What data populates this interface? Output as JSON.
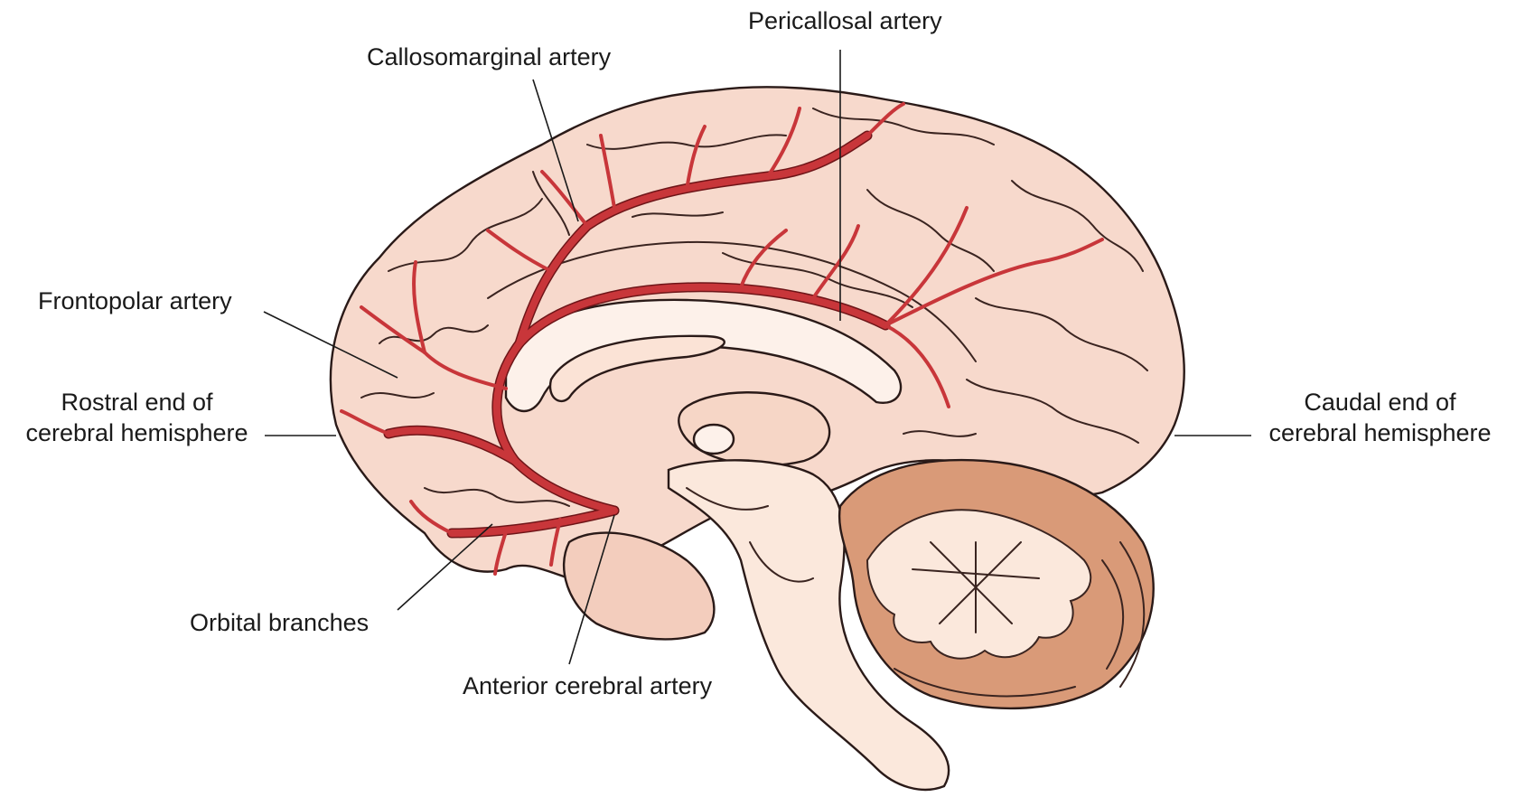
{
  "labels": {
    "pericallosal": "Pericallosal artery",
    "callosomarginal": "Callosomarginal artery",
    "frontopolar": "Frontopolar artery",
    "rostral_line1": "Rostral end of",
    "rostral_line2": "cerebral hemisphere",
    "caudal_line1": "Caudal end of",
    "caudal_line2": "cerebral hemisphere",
    "orbital": "Orbital branches",
    "anterior_cerebral": "Anterior cerebral artery"
  },
  "colors": {
    "cortex": "#f7d9cc",
    "artery": "#c8363a",
    "cerebellum": "#d99a78",
    "brainstem": "#fbe8dc"
  }
}
